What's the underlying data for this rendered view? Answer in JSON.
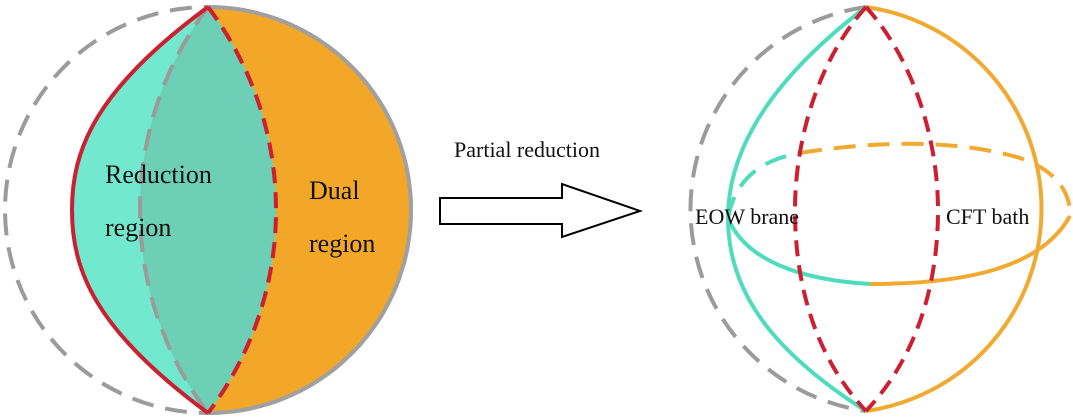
{
  "colors": {
    "reduction_region": "#72e8cf",
    "overlap": "#6ccfb6",
    "dual_region": "#f3a728",
    "cut_curve": "#cc1f2f",
    "dashed_outline": "#9b9b9b",
    "solid_outline": "#a0a0a0",
    "eow_brane": "#4fdcbc",
    "cft_bath": "#f2a932",
    "arrow": "#000000"
  },
  "left_sphere": {
    "reduction_label_line1": "Reduction",
    "reduction_label_line2": "region",
    "dual_label_line1": "Dual",
    "dual_label_line2": "region"
  },
  "arrow": {
    "label": "Partial reduction"
  },
  "right_sphere": {
    "eow_label": "EOW brane",
    "cft_label": "CFT bath"
  }
}
